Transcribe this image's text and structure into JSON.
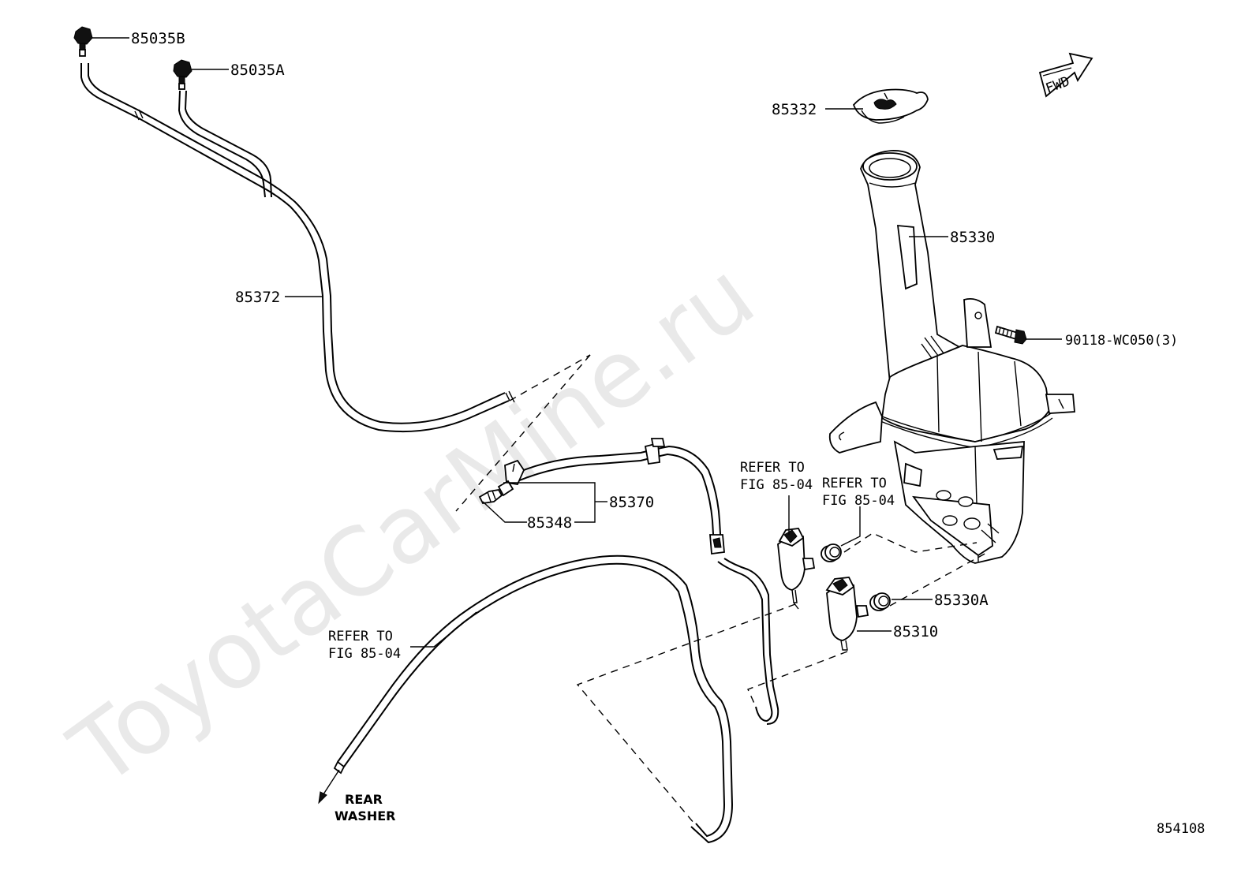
{
  "diagram": {
    "watermark": "ToyotaCarMine.ru",
    "fwd_label": "FWD",
    "figure_id": "854108",
    "parts": {
      "p85035B": "85035B",
      "p85035A": "85035A",
      "p85332": "85332",
      "p85330": "85330",
      "p85372": "85372",
      "p90118": "90118-WC050(3)",
      "p85370": "85370",
      "p85348": "85348",
      "p85330A": "85330A",
      "p85310": "85310"
    },
    "refs": {
      "refer_line": "REFER TO",
      "fig_line": "FIG 85-04"
    },
    "rear_washer": {
      "line1": "REAR",
      "line2": "WASHER"
    }
  }
}
